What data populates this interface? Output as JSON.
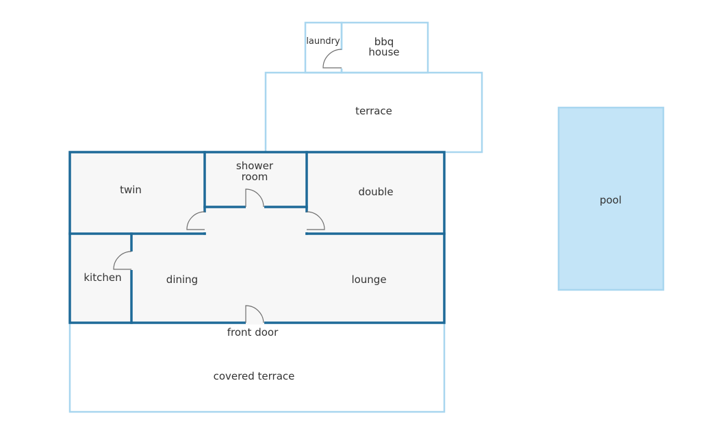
{
  "rooms": {
    "laundry": "laundry",
    "bbq_house_line1": "bbq",
    "bbq_house_line2": "house",
    "terrace": "terrace",
    "twin": "twin",
    "shower_room_line1": "shower",
    "shower_room_line2": "room",
    "double": "double",
    "kitchen": "kitchen",
    "dining": "dining",
    "lounge": "lounge",
    "front_door": "front door",
    "covered_terrace": "covered terrace",
    "pool": "pool"
  },
  "colors": {
    "main_wall": "#1e6a98",
    "light_outline": "#a8d6ef",
    "pool_fill": "#c3e4f7",
    "floor_fill": "#f7f7f7"
  }
}
